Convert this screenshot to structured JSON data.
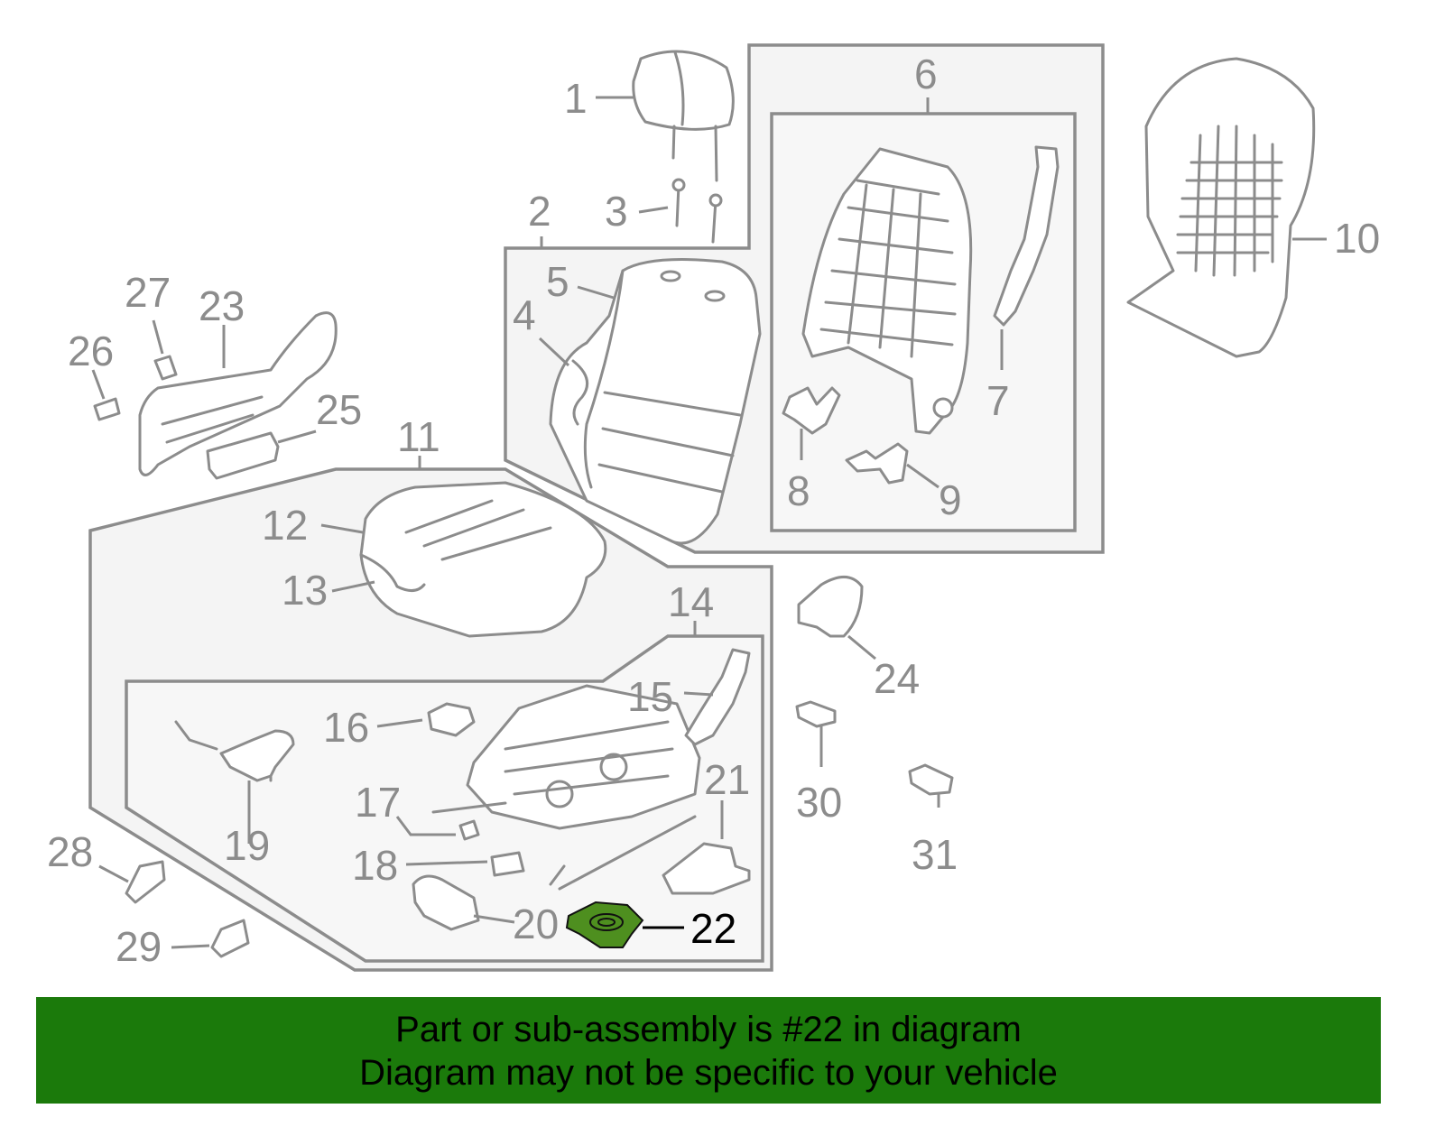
{
  "diagram": {
    "callouts": [
      "1",
      "2",
      "3",
      "4",
      "5",
      "6",
      "7",
      "8",
      "9",
      "10",
      "11",
      "12",
      "13",
      "14",
      "15",
      "16",
      "17",
      "18",
      "19",
      "20",
      "21",
      "22",
      "23",
      "24",
      "25",
      "26",
      "27",
      "28",
      "29",
      "30",
      "31"
    ],
    "highlighted_part": "22",
    "highlight_color": "#4e8f1f",
    "line_color": "#8c8c8c"
  },
  "banner": {
    "line1": "Part or sub-assembly is #22 in diagram",
    "line2": "Diagram may not be specific to your vehicle",
    "background": "#1b7a0b"
  }
}
